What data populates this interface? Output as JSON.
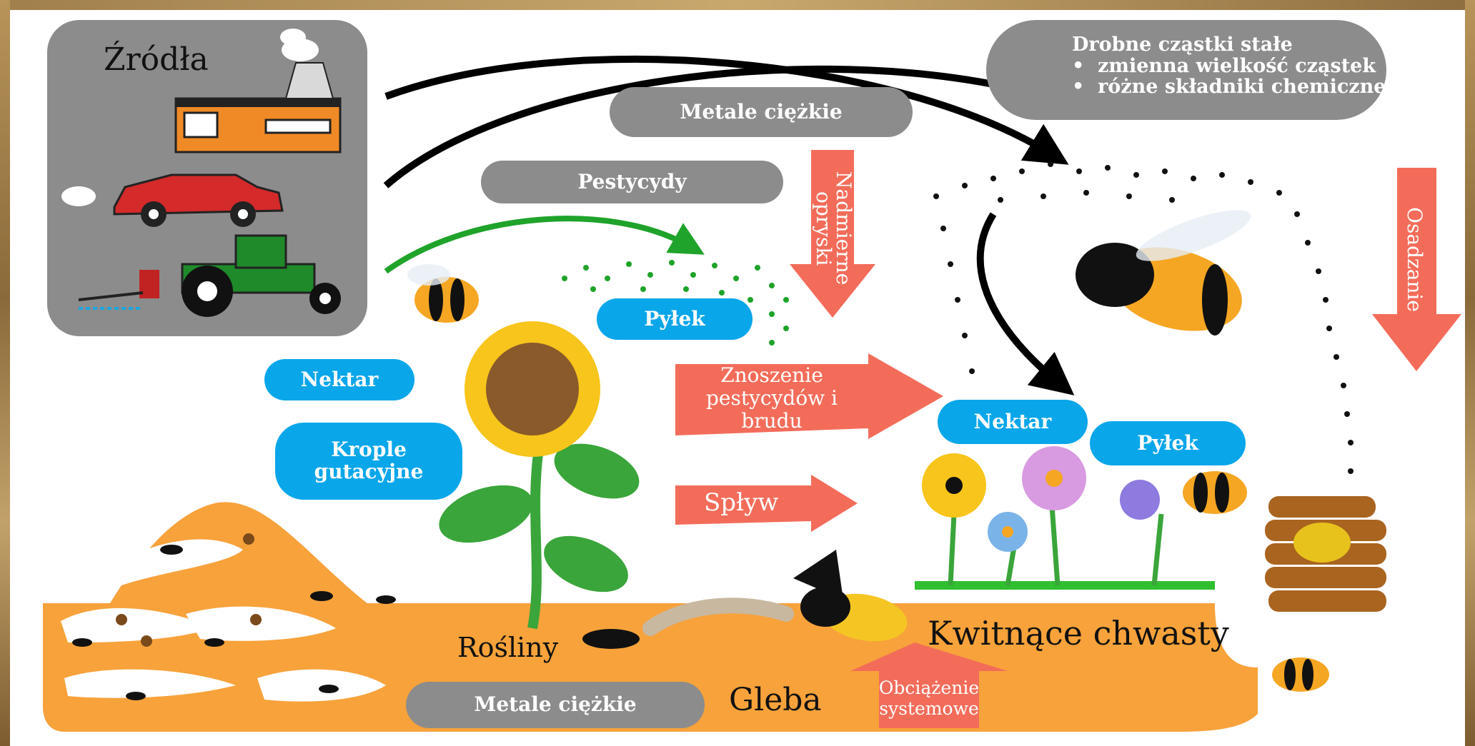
{
  "sources": {
    "title": "Źródła"
  },
  "particles_box": {
    "title": "Drobne cząstki stałe",
    "items": [
      "zmienna wielkość cząstek",
      "różne składniki chemiczne"
    ]
  },
  "pills": {
    "heavy_metals_top": "Metale ciężkie",
    "pesticides": "Pestycydy",
    "pollen_left": "Pyłek",
    "nectar_left": "Nektar",
    "guttation_line1": "Krople",
    "guttation_line2": "gutacyjne",
    "nectar_right": "Nektar",
    "pollen_right": "Pyłek",
    "heavy_metals_bottom": "Metale ciężkie"
  },
  "arrows": {
    "overspray_line1": "Nadmierne",
    "overspray_line2": "opryski",
    "drift_line1": "Znoszenie",
    "drift_line2": "pestycydów i",
    "drift_line3": "brudu",
    "runoff": "Spływ",
    "deposition": "Osadzanie",
    "systemic_line1": "Obciążenie",
    "systemic_line2": "systemowe"
  },
  "labels": {
    "plants": "Rośliny",
    "soil": "Gleba",
    "weeds": "Kwitnące chwasty"
  },
  "colors": {
    "soil": "#f7a23b",
    "gray_pill": "#8c8c8c",
    "blue_pill": "#0aa6ea",
    "red_arrow": "#f36c5a",
    "green_arrow": "#1fa32a"
  }
}
